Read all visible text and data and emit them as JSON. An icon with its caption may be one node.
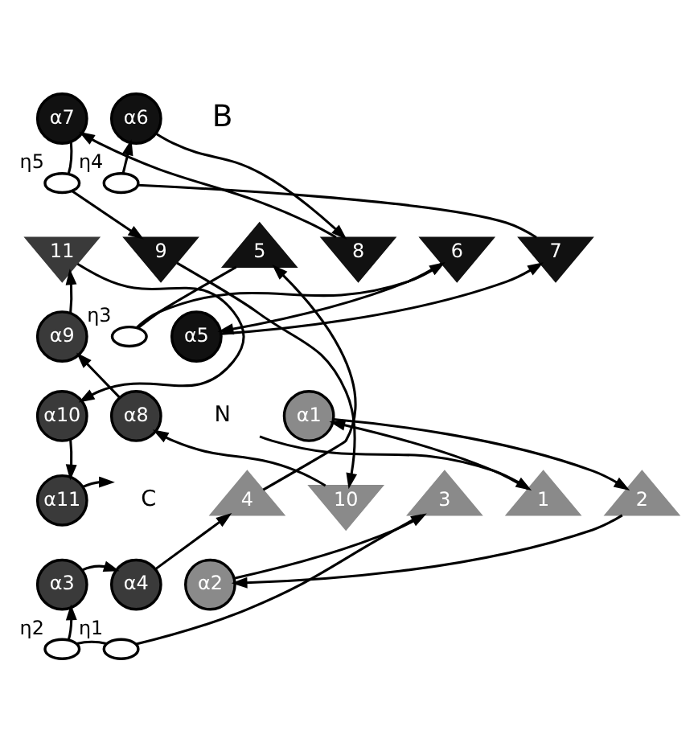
{
  "diagram": {
    "nodes": [
      {
        "text": [
          "α7"
        ]
      },
      {
        "text": [
          "α6"
        ]
      },
      {
        "text": [
          "η5"
        ]
      },
      {
        "text": [
          "η4"
        ]
      },
      {
        "text": [
          "11"
        ]
      },
      {
        "text": [
          "9"
        ]
      },
      {
        "text": [
          "5"
        ]
      },
      {
        "text": [
          "8"
        ]
      },
      {
        "text": [
          "6"
        ]
      },
      {
        "text": [
          "7"
        ]
      },
      {
        "text": [
          "α5"
        ]
      },
      {
        "text": [
          "η3"
        ]
      },
      {
        "text": [
          "α9"
        ]
      },
      {
        "text": [
          "α10"
        ]
      },
      {
        "text": [
          "α8"
        ]
      },
      {
        "text": [
          "α1"
        ]
      },
      {
        "text": [
          "N"
        ]
      },
      {
        "text": [
          "α11"
        ]
      },
      {
        "text": [
          "C"
        ]
      },
      {
        "text": [
          "4"
        ]
      },
      {
        "text": [
          "10"
        ]
      },
      {
        "text": [
          "3"
        ]
      },
      {
        "text": [
          "1"
        ]
      },
      {
        "text": [
          "2"
        ]
      },
      {
        "text": [
          "α3"
        ]
      },
      {
        "text": [
          "α4"
        ]
      },
      {
        "text": [
          "α2"
        ]
      },
      {
        "text": [
          "η1"
        ]
      },
      {
        "text": [
          "η2"
        ]
      }
    ],
    "edges": [
      {
        "from": 16,
        "to": 22,
        "arrow": "to"
      },
      {
        "from": 22,
        "to": 15,
        "arrow": "to"
      },
      {
        "from": 15,
        "to": 23,
        "arrow": "to"
      },
      {
        "from": 23,
        "to": 26,
        "arrow": "to"
      },
      {
        "from": 26,
        "to": 21,
        "arrow": "to"
      },
      {
        "from": 21,
        "to": 27,
        "arrow": "none"
      },
      {
        "from": 27,
        "to": 28,
        "arrow": "none"
      },
      {
        "from": 28,
        "to": 24,
        "arrow": "to"
      },
      {
        "from": 24,
        "to": 25,
        "arrow": "to"
      },
      {
        "from": 25,
        "to": 19,
        "arrow": "to"
      },
      {
        "from": 19,
        "to": 6,
        "arrow": "to"
      },
      {
        "from": 6,
        "to": 11,
        "arrow": "none"
      },
      {
        "from": 11,
        "to": 8,
        "arrow": "to"
      },
      {
        "from": 8,
        "to": 10,
        "arrow": "to"
      },
      {
        "from": 10,
        "to": 9,
        "arrow": "to"
      },
      {
        "from": 9,
        "to": 3,
        "arrow": "none"
      },
      {
        "from": 3,
        "to": 1,
        "arrow": "to"
      },
      {
        "from": 1,
        "to": 7,
        "arrow": "to"
      },
      {
        "from": 7,
        "to": 0,
        "arrow": "to"
      },
      {
        "from": 0,
        "to": 2,
        "arrow": "none"
      },
      {
        "from": 2,
        "to": 5,
        "arrow": "to"
      },
      {
        "from": 5,
        "to": 20,
        "arrow": "to"
      },
      {
        "from": 20,
        "to": 14,
        "arrow": "to"
      },
      {
        "from": 14,
        "to": 12,
        "arrow": "to"
      },
      {
        "from": 12,
        "to": 4,
        "arrow": "to"
      },
      {
        "from": 4,
        "to": 13,
        "arrow": "to"
      },
      {
        "from": 13,
        "to": 17,
        "arrow": "to"
      },
      {
        "from": 17,
        "to": 18,
        "arrow": "to"
      }
    ],
    "labels": [
      "B"
    ]
  }
}
